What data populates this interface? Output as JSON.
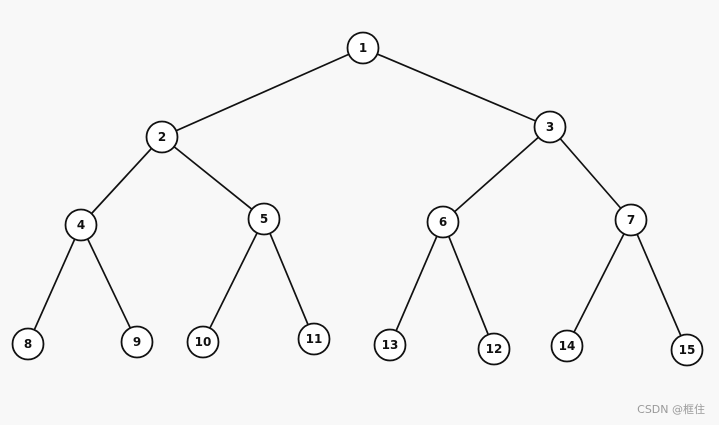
{
  "tree": {
    "nodes": [
      {
        "id": "n1",
        "label": "1"
      },
      {
        "id": "n2",
        "label": "2"
      },
      {
        "id": "n3",
        "label": "3"
      },
      {
        "id": "n4",
        "label": "4"
      },
      {
        "id": "n5",
        "label": "5"
      },
      {
        "id": "n6",
        "label": "6"
      },
      {
        "id": "n7",
        "label": "7"
      },
      {
        "id": "n8",
        "label": "8"
      },
      {
        "id": "n9",
        "label": "9"
      },
      {
        "id": "n10",
        "label": "10"
      },
      {
        "id": "n11",
        "label": "11"
      },
      {
        "id": "n12",
        "label": "13"
      },
      {
        "id": "n13",
        "label": "12"
      },
      {
        "id": "n14",
        "label": "14"
      },
      {
        "id": "n15",
        "label": "15"
      }
    ],
    "edges": [
      [
        "n1",
        "n2"
      ],
      [
        "n1",
        "n3"
      ],
      [
        "n2",
        "n4"
      ],
      [
        "n2",
        "n5"
      ],
      [
        "n3",
        "n6"
      ],
      [
        "n3",
        "n7"
      ],
      [
        "n4",
        "n8"
      ],
      [
        "n4",
        "n9"
      ],
      [
        "n5",
        "n10"
      ],
      [
        "n5",
        "n11"
      ],
      [
        "n6",
        "n12"
      ],
      [
        "n6",
        "n13"
      ],
      [
        "n7",
        "n14"
      ],
      [
        "n7",
        "n15"
      ]
    ]
  },
  "watermark": "CSDN @框住"
}
